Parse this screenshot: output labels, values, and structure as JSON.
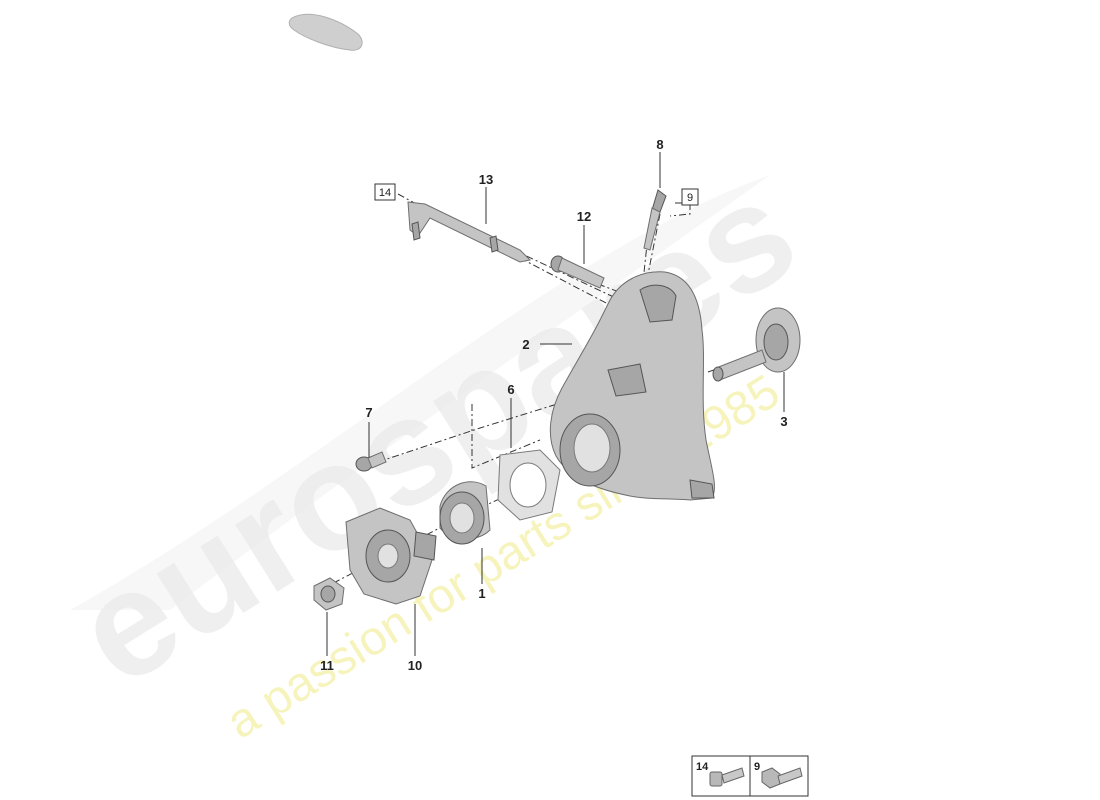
{
  "watermark": {
    "brand": "eurospares",
    "tagline": "a passion for parts since 1985"
  },
  "callouts": [
    {
      "id": "1",
      "label": "1"
    },
    {
      "id": "2",
      "label": "2"
    },
    {
      "id": "3",
      "label": "3"
    },
    {
      "id": "6",
      "label": "6"
    },
    {
      "id": "7",
      "label": "7"
    },
    {
      "id": "8",
      "label": "8"
    },
    {
      "id": "10",
      "label": "10"
    },
    {
      "id": "11",
      "label": "11"
    },
    {
      "id": "12",
      "label": "12"
    },
    {
      "id": "13",
      "label": "13"
    }
  ],
  "boxed_refs": {
    "ref_14": "14",
    "ref_9": "9"
  },
  "legend": {
    "item_14": "14",
    "item_9": "9"
  },
  "icons": [
    "vehicle-silhouette-icon",
    "bolt-icon"
  ]
}
